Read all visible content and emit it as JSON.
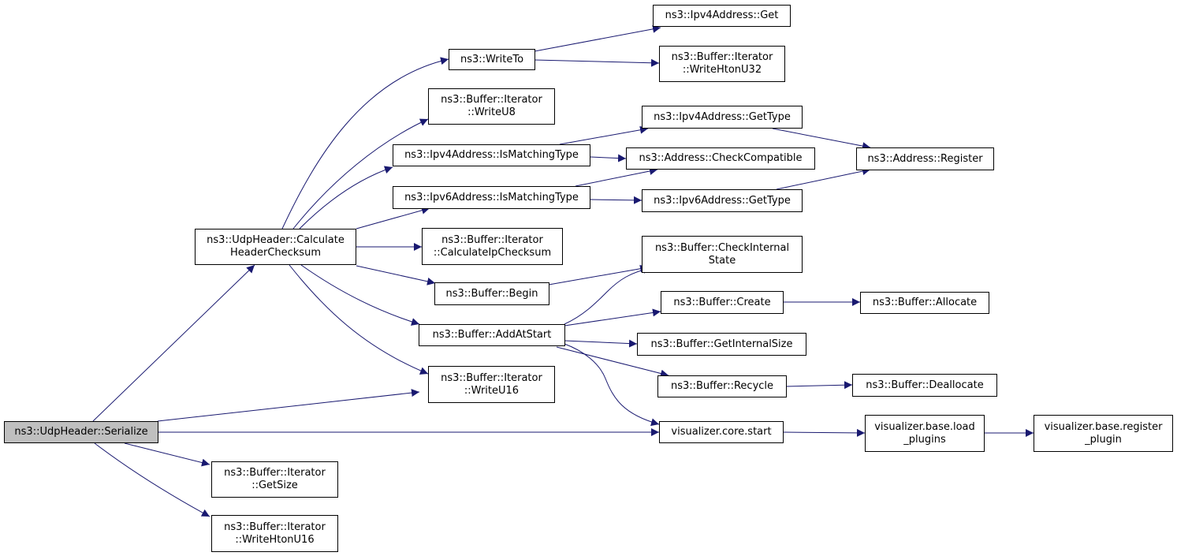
{
  "colors": {
    "edge": "#191970",
    "root_fill": "#bfbfbf",
    "node_fill": "#ffffff",
    "border": "#000000"
  },
  "nodes": {
    "serialize": {
      "lines": [
        "ns3::UdpHeader::Serialize"
      ]
    },
    "calc_header_checksum": {
      "lines": [
        "ns3::UdpHeader::Calculate",
        "HeaderChecksum"
      ]
    },
    "write_to": {
      "lines": [
        "ns3::WriteTo"
      ]
    },
    "ipv4_get": {
      "lines": [
        "ns3::Ipv4Address::Get"
      ]
    },
    "write_hton_u32": {
      "lines": [
        "ns3::Buffer::Iterator",
        "::WriteHtonU32"
      ]
    },
    "write_u8": {
      "lines": [
        "ns3::Buffer::Iterator",
        "::WriteU8"
      ]
    },
    "ipv4_is_matching_type": {
      "lines": [
        "ns3::Ipv4Address::IsMatchingType"
      ]
    },
    "ipv6_is_matching_type": {
      "lines": [
        "ns3::Ipv6Address::IsMatchingType"
      ]
    },
    "ipv4_get_type": {
      "lines": [
        "ns3::Ipv4Address::GetType"
      ]
    },
    "address_check_compatible": {
      "lines": [
        "ns3::Address::CheckCompatible"
      ]
    },
    "ipv6_get_type": {
      "lines": [
        "ns3::Ipv6Address::GetType"
      ]
    },
    "address_register": {
      "lines": [
        "ns3::Address::Register"
      ]
    },
    "calc_ip_checksum": {
      "lines": [
        "ns3::Buffer::Iterator",
        "::CalculateIpChecksum"
      ]
    },
    "buffer_begin": {
      "lines": [
        "ns3::Buffer::Begin"
      ]
    },
    "check_internal_state": {
      "lines": [
        "ns3::Buffer::CheckInternal",
        "State"
      ]
    },
    "add_at_start": {
      "lines": [
        "ns3::Buffer::AddAtStart"
      ]
    },
    "buffer_create": {
      "lines": [
        "ns3::Buffer::Create"
      ]
    },
    "buffer_allocate": {
      "lines": [
        "ns3::Buffer::Allocate"
      ]
    },
    "get_internal_size": {
      "lines": [
        "ns3::Buffer::GetInternalSize"
      ]
    },
    "buffer_recycle": {
      "lines": [
        "ns3::Buffer::Recycle"
      ]
    },
    "buffer_deallocate": {
      "lines": [
        "ns3::Buffer::Deallocate"
      ]
    },
    "write_u16": {
      "lines": [
        "ns3::Buffer::Iterator",
        "::WriteU16"
      ]
    },
    "visualizer_start": {
      "lines": [
        "visualizer.core.start"
      ]
    },
    "load_plugins": {
      "lines": [
        "visualizer.base.load",
        "_plugins"
      ]
    },
    "register_plugin": {
      "lines": [
        "visualizer.base.register",
        "_plugin"
      ]
    },
    "get_size": {
      "lines": [
        "ns3::Buffer::Iterator",
        "::GetSize"
      ]
    },
    "write_hton_u16": {
      "lines": [
        "ns3::Buffer::Iterator",
        "::WriteHtonU16"
      ]
    }
  }
}
